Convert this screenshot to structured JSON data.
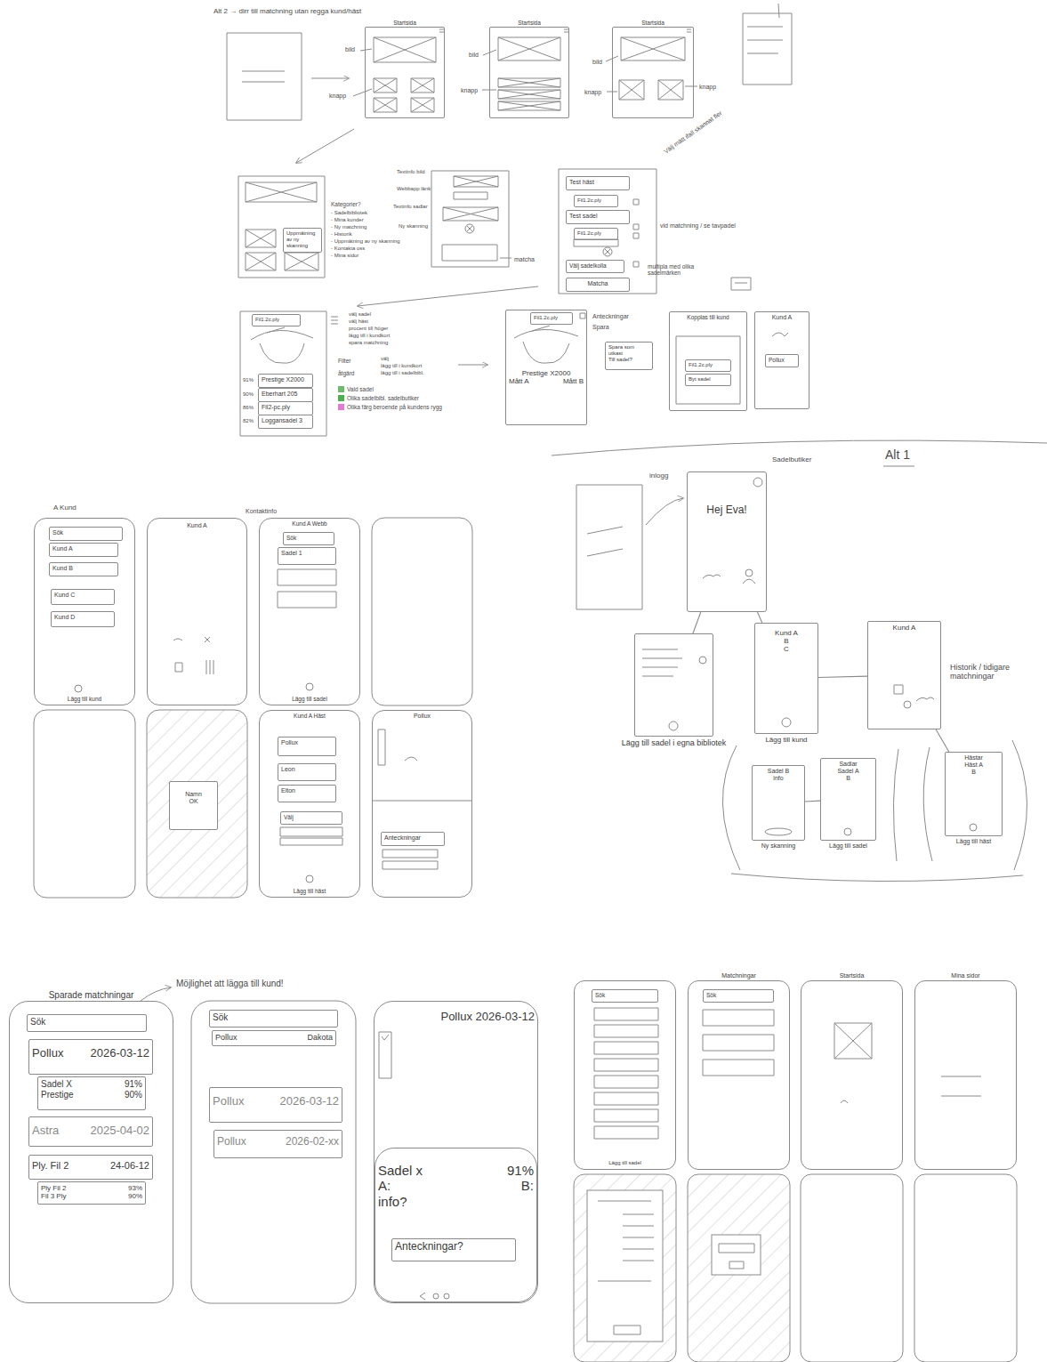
{
  "diagram": {
    "nodes": [
      {
        "text": [
          "Startsida"
        ]
      },
      {
        "text": [
          "Startsida"
        ]
      },
      {
        "text": [
          "Startsida"
        ]
      },
      {
        "text": [
          "Uppmätning av ny skanning"
        ]
      },
      {
        "text": [
          "Test häst"
        ]
      },
      {
        "text": [
          "Fil1.2c.ply"
        ]
      },
      {
        "text": [
          "Test sadel"
        ]
      },
      {
        "text": [
          "Fil1.2c.ply"
        ]
      },
      {
        "text": [
          "Välj sadelkolla"
        ]
      },
      {
        "text": [
          "Matcha"
        ]
      },
      {
        "text": [
          "Fil1.2c.ply"
        ]
      },
      {
        "text": [
          "Prestige X2000"
        ]
      },
      {
        "text": [
          "Eberhart 205"
        ]
      },
      {
        "text": [
          "Fil2-pc.ply"
        ]
      },
      {
        "text": [
          "Loggansadel 3"
        ]
      },
      {
        "text": [
          "Prestige X2000",
          "Mått A",
          "Mått B"
        ]
      },
      {
        "text": [
          "Fil1.2c.ply"
        ],
        "in": 15
      },
      {
        "text": [
          "Spara som utkast",
          "Till sadel?"
        ]
      },
      {
        "text": [
          "Kopplas till kund"
        ]
      },
      {
        "text": [
          "Fil1.2c.ply"
        ],
        "in": 18
      },
      {
        "text": [
          "Byt sadel"
        ],
        "in": 18
      },
      {
        "text": [
          "Kund A"
        ]
      },
      {
        "text": [
          "Pollux"
        ],
        "in": 21
      },
      {
        "text": [
          "Hej Eva!"
        ]
      },
      {
        "text": [
          "Lägg till sadel i egna bibliotek"
        ]
      },
      {
        "text": [
          "Kund A",
          "B",
          "C",
          "Lägg till kund"
        ]
      },
      {
        "text": [
          "Kund A"
        ]
      },
      {
        "text": [
          "Sadlar",
          "Sadel A",
          "B",
          "Lägg till sadel"
        ]
      },
      {
        "text": [
          "Sadel B",
          "info",
          "Ny skanning"
        ]
      },
      {
        "text": [
          "Hästar",
          "Häst A",
          "B",
          "Lägg till häst"
        ]
      },
      {
        "text": [
          "Lägg till kund"
        ]
      },
      {
        "text": [
          "Sök"
        ],
        "in": 30
      },
      {
        "text": [
          "Kund A"
        ],
        "in": 30
      },
      {
        "text": [
          "Kund B"
        ],
        "in": 30
      },
      {
        "text": [
          "Kund C"
        ],
        "in": 30
      },
      {
        "text": [
          "Kund D"
        ],
        "in": 30
      },
      {
        "text": [
          "Kund A"
        ]
      },
      {
        "text": [
          "Kund A Webb",
          "Lägg till sadel"
        ]
      },
      {
        "text": [
          "Sök"
        ],
        "in": 37
      },
      {
        "text": [
          "Sadel 1"
        ],
        "in": 37
      },
      {
        "text": [
          "Namn",
          "OK"
        ]
      },
      {
        "text": [
          "Kund A Häst",
          "Lägg till häst"
        ]
      },
      {
        "text": [
          "Pollux"
        ],
        "in": 41
      },
      {
        "text": [
          "Leon"
        ],
        "in": 41
      },
      {
        "text": [
          "Elton"
        ],
        "in": 41
      },
      {
        "text": [
          "Välj"
        ],
        "in": 41
      },
      {
        "text": [
          "Pollux"
        ]
      },
      {
        "text": [
          "Anteckningar"
        ],
        "in": 46
      },
      {
        "text": [
          "Sparade matchningar"
        ]
      },
      {
        "text": [
          "Sök"
        ],
        "in": 48
      },
      {
        "text": [
          "Pollux",
          "2026-03-12"
        ],
        "in": 48
      },
      {
        "text": [
          "Sadel X",
          "91%",
          "Prestige",
          "90%"
        ],
        "in": 48
      },
      {
        "text": [
          "Astra",
          "2025-04-02"
        ],
        "in": 48
      },
      {
        "text": [
          "Ply. Fil 2",
          "24-06-12"
        ],
        "in": 48
      },
      {
        "text": [
          "Ply Fil 2",
          "93%",
          "Fil 3 Ply",
          "90%"
        ],
        "in": 48
      },
      {
        "text": [
          "Sök"
        ]
      },
      {
        "text": [
          "Pollux",
          "Dakota"
        ]
      },
      {
        "text": [
          "Pollux",
          "2026-03-12"
        ]
      },
      {
        "text": [
          "Pollux",
          "2026-02-xx"
        ]
      },
      {
        "text": [
          "Pollux 2026-03-12"
        ]
      },
      {
        "text": [
          "Sadel x",
          "91%",
          "A:",
          "B:",
          "info?"
        ],
        "in": 59
      },
      {
        "text": [
          "Anteckningar?"
        ],
        "in": 60
      },
      {
        "text": [
          "Lägg till sadel"
        ]
      },
      {
        "text": [
          "Sök"
        ],
        "in": 62
      },
      {
        "text": [
          "Matchningar"
        ]
      },
      {
        "text": [
          "Sök"
        ],
        "in": 64
      },
      {
        "text": [
          "Startsida"
        ]
      },
      {
        "text": [
          "Mina sidor"
        ]
      }
    ],
    "edges": [
      {
        "from": 23,
        "to": 24,
        "arrow": "none"
      },
      {
        "from": 23,
        "to": 25,
        "arrow": "none"
      },
      {
        "from": 25,
        "to": 26,
        "arrow": "none"
      },
      {
        "from": 26,
        "to": 29,
        "arrow": "none"
      },
      {
        "from": 27,
        "to": 28,
        "arrow": "none"
      }
    ],
    "labels": [
      "Alt 2 → dirr till matchning utan regga kund/häst",
      "bild",
      "knapp",
      "knapp",
      "bild",
      "bild",
      "knapp",
      "knapp",
      "Kategorier?",
      "- Sadelbibliotek",
      "- Mina kunder",
      "- Ny matchning",
      "- Historik",
      "- Uppmätning av ny skanning",
      "- Kontakta oss",
      "- Mina sidor",
      "Textinfo bild",
      "Webbapp länk",
      "Textinfo sadlar",
      "Ny skanning",
      "matcha",
      "Välj mätt ifall skannat fler",
      "vid matchning / se tavpadel",
      "multipla med olika sadelmärken",
      "välj sadel",
      "välj häst",
      "procent till höger",
      "lägg till i kundkort",
      "spara matchning",
      "Filter",
      "åtgärd",
      "välj",
      "lägg till i kundkort",
      "lägg till i sadelbibl.",
      "91%",
      "90%",
      "86%",
      "82%",
      "Anteckningar",
      "Spara",
      "Alt 1",
      "inlogg",
      "Sadelbutiker",
      "Historik / tidigare matchningar",
      "A Kund",
      "Kontaktinfo",
      "Möjlighet att lägga till kund!"
    ],
    "legend": [
      {
        "text": "Vald sadel",
        "color": "#6dbb6d"
      },
      {
        "text": "Olika sadelbibl. sadelbutiker",
        "color": "#4caf50"
      },
      {
        "text": "Olika färg beroende på kundens rygg",
        "color": "#e27ad6"
      }
    ]
  }
}
